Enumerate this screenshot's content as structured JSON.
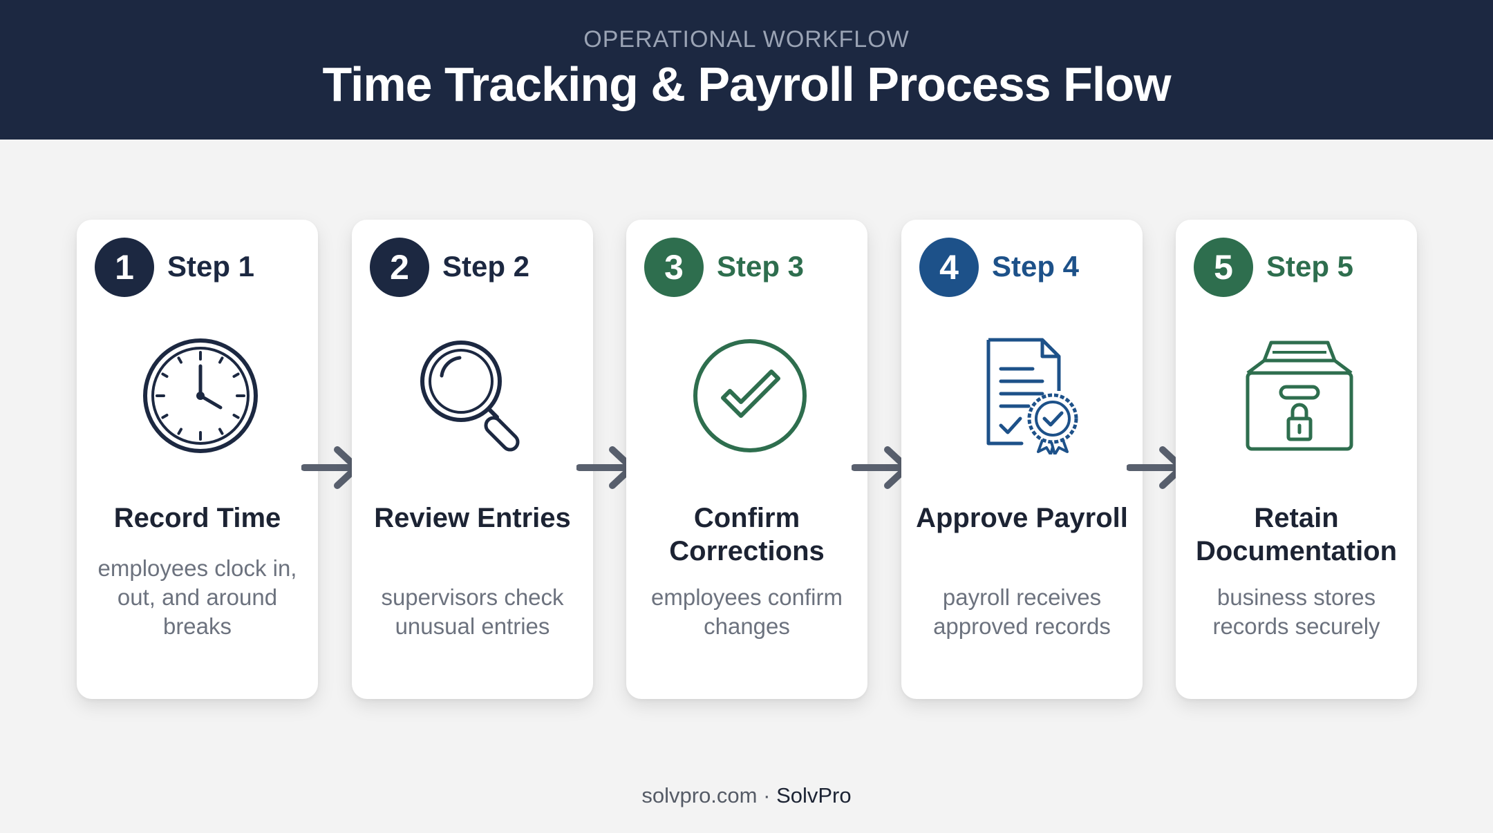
{
  "header": {
    "eyebrow": "OPERATIONAL WORKFLOW",
    "title": "Time Tracking & Payroll Process Flow"
  },
  "steps": [
    {
      "number": "1",
      "label": "Step 1",
      "title": "Record Time",
      "description": "employees clock in, out, and around breaks",
      "icon": "clock-icon",
      "color": "#1c2841"
    },
    {
      "number": "2",
      "label": "Step 2",
      "title": "Review Entries",
      "description": "supervisors check unusual entries",
      "icon": "magnifier-icon",
      "color": "#1c2841"
    },
    {
      "number": "3",
      "label": "Step 3",
      "title": "Confirm Corrections",
      "description": "employees confirm changes",
      "icon": "check-circle-icon",
      "color": "#2e6e4e"
    },
    {
      "number": "4",
      "label": "Step 4",
      "title": "Approve Payroll",
      "description": "payroll receives approved records",
      "icon": "certified-document-icon",
      "color": "#1d5189"
    },
    {
      "number": "5",
      "label": "Step 5",
      "title": "Retain Documentation",
      "description": "business stores records securely",
      "icon": "locked-archive-box-icon",
      "color": "#2e6e4e"
    }
  ],
  "footer": {
    "site": "solvpro.com",
    "separator": "·",
    "brand": "SolvPro"
  }
}
